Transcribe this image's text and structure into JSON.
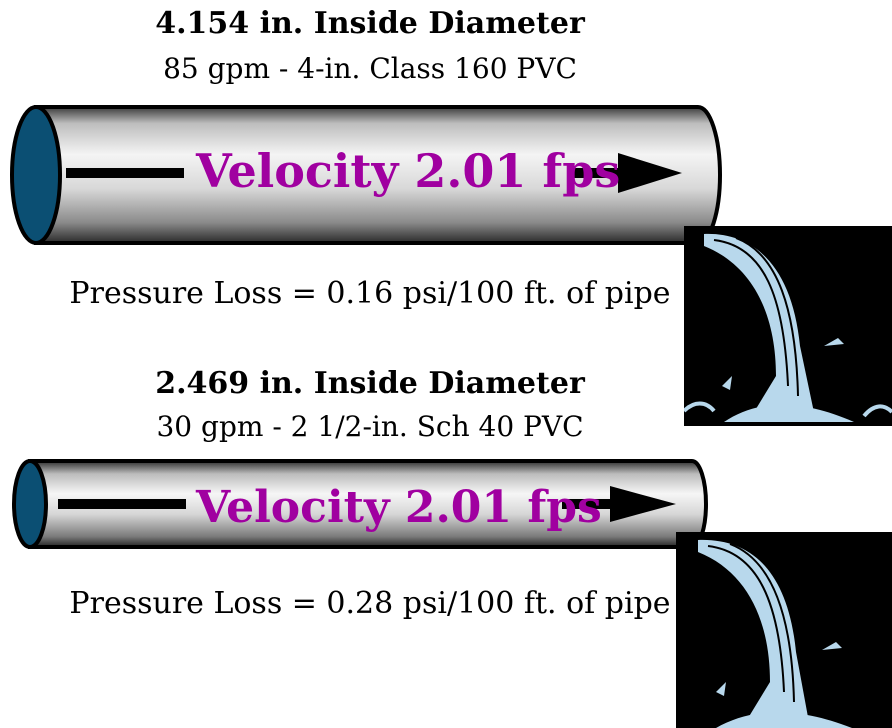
{
  "pipe_large": {
    "title": "4.154 in. Inside Diameter",
    "subtitle": "85 gpm - 4-in. Class 160 PVC",
    "velocity": "Velocity 2.01 fps",
    "pressure_loss": "Pressure Loss = 0.16 psi/100 ft. of pipe"
  },
  "pipe_small": {
    "title": "2.469 in. Inside Diameter",
    "subtitle": "30 gpm - 2 1/2-in. Sch 40 PVC",
    "velocity": "Velocity 2.01 fps",
    "pressure_loss": "Pressure Loss = 0.28 psi/100 ft. of pipe"
  },
  "colors": {
    "velocity_text": "#a000a0",
    "pipe_end": "#0b4f73",
    "water": "#b8d8ec"
  },
  "icons": [
    "flow-arrow-icon",
    "water-pour-icon"
  ]
}
